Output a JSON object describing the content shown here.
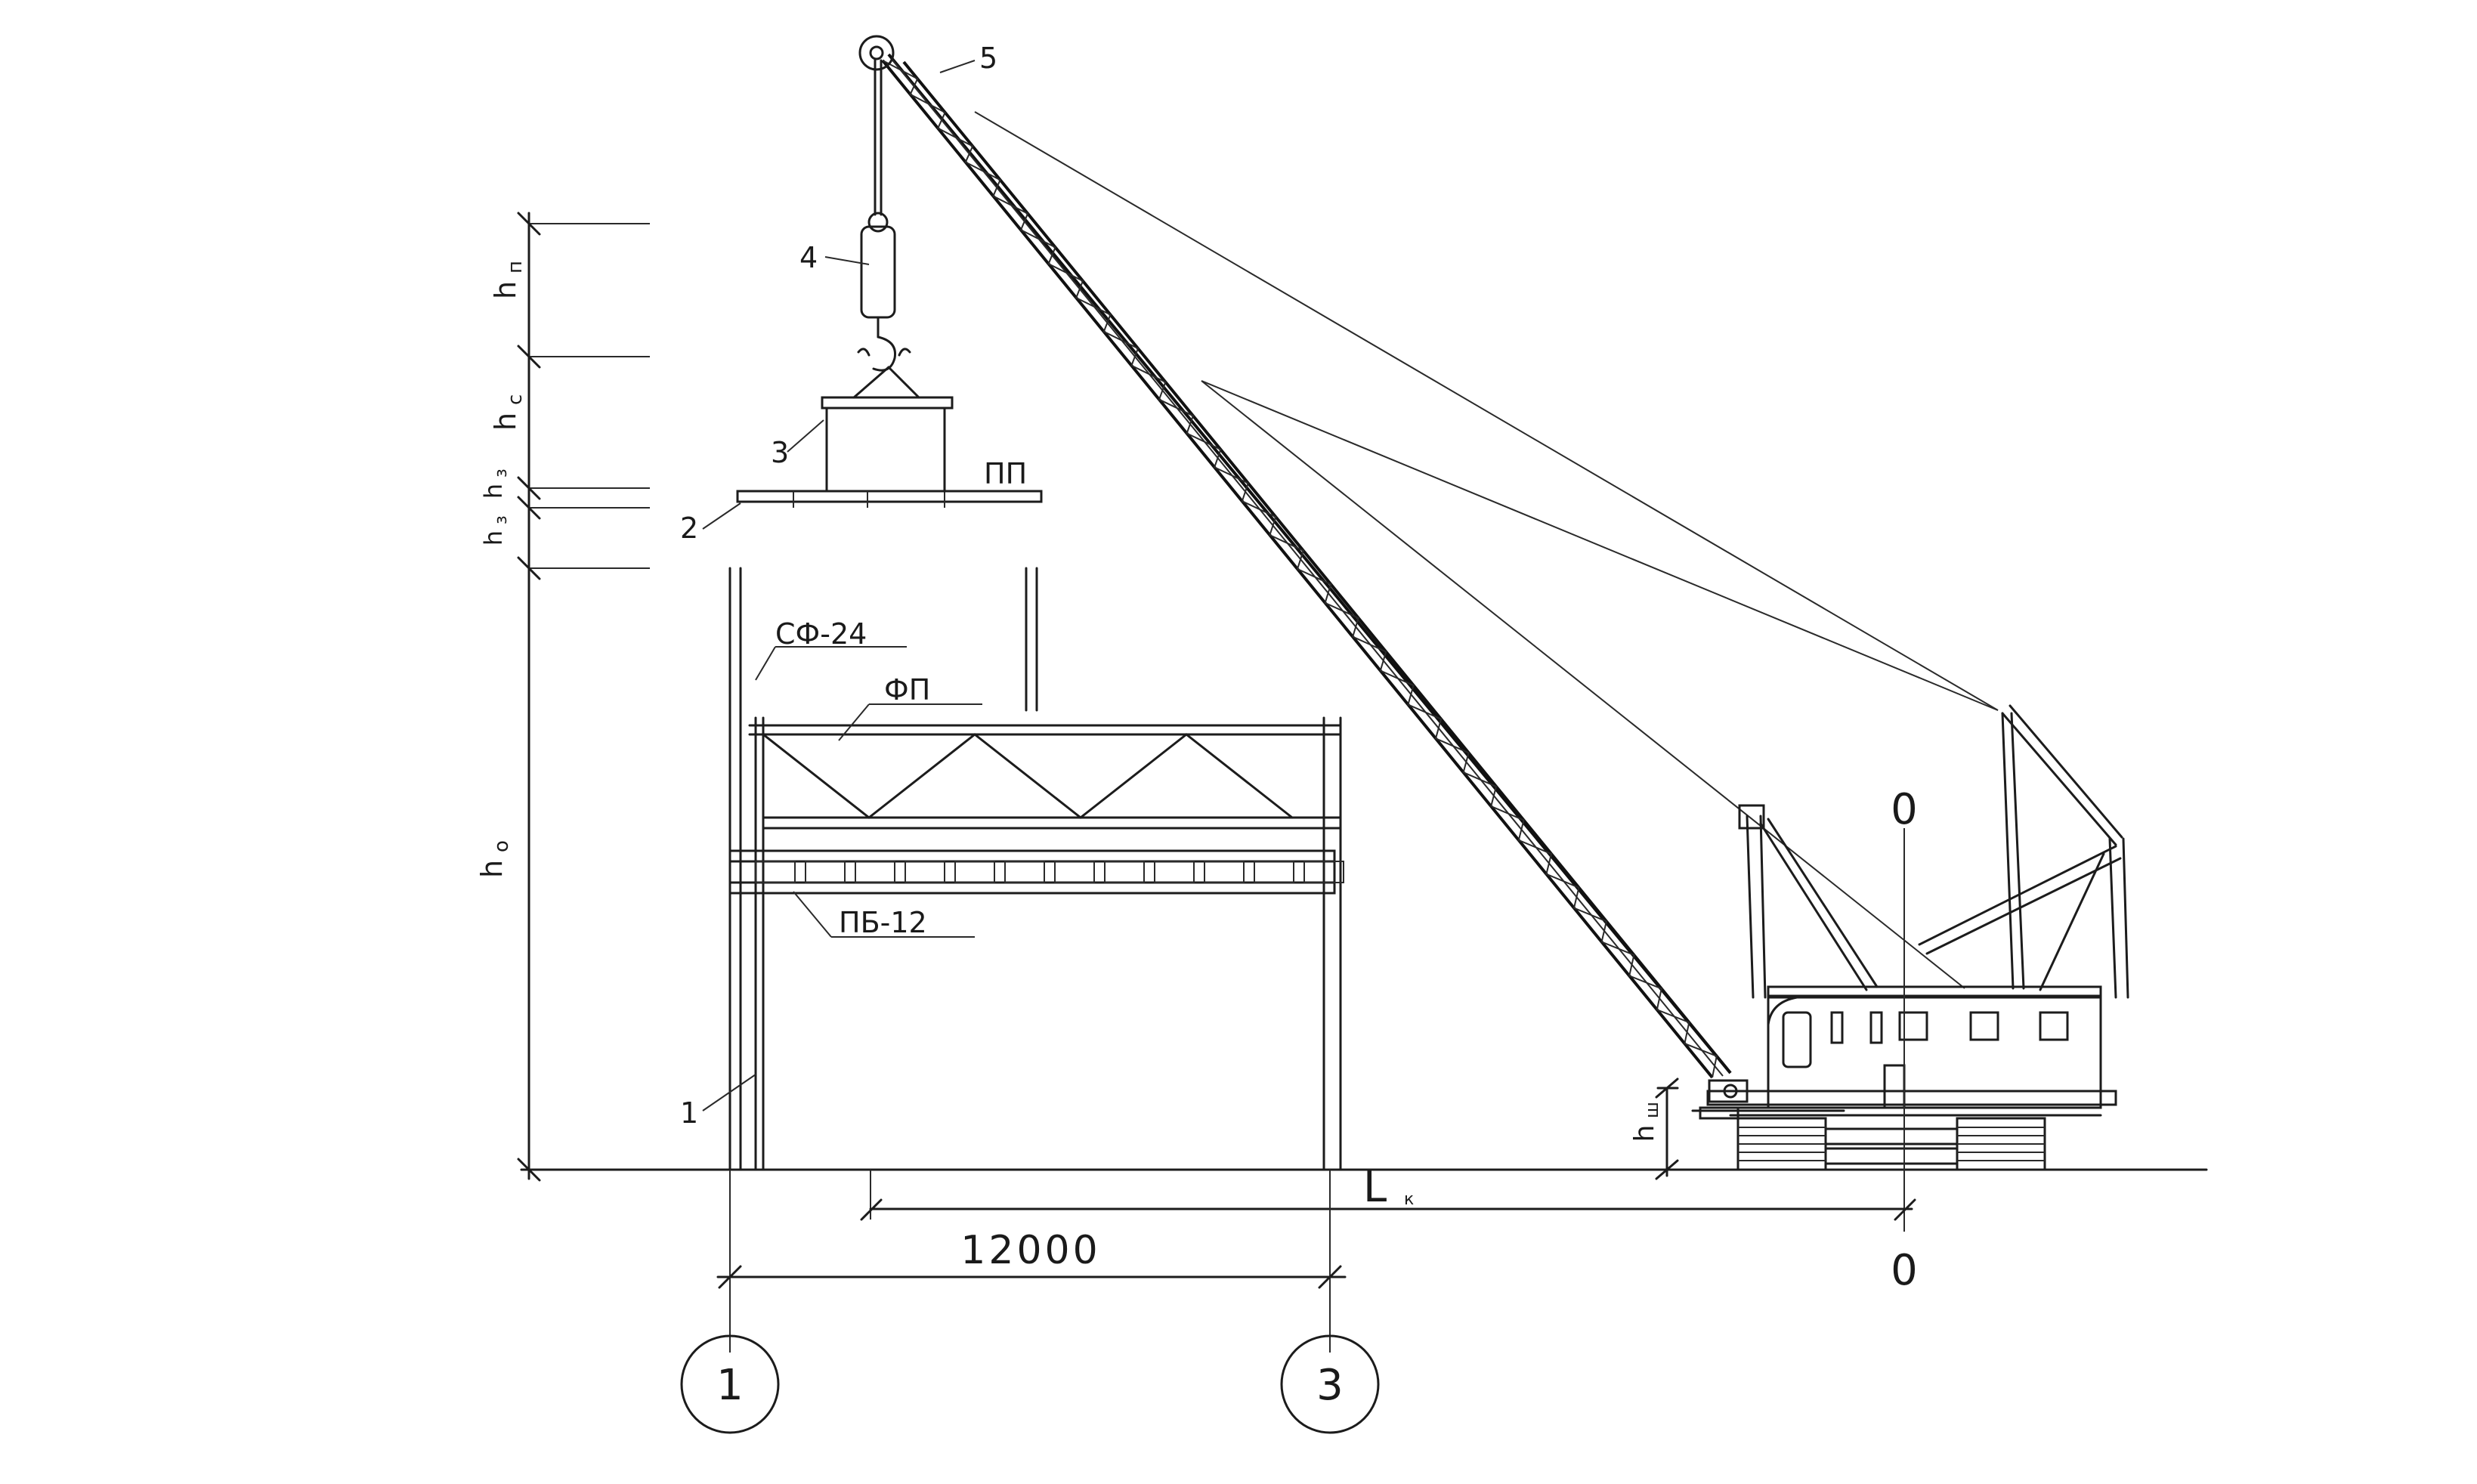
{
  "labels": {
    "item1": "1",
    "item2": "2",
    "item3": "3",
    "item4": "4",
    "item5": "5",
    "slab": "ПП",
    "truss": "СФ-24",
    "frame": "ФП",
    "beam": "ПБ-12",
    "span": "12000",
    "reach": "L",
    "reach_sub": "к",
    "axis_a": "1",
    "axis_b": "3",
    "crane_axis_top": "0",
    "crane_axis_bottom": "0"
  },
  "dimensions": {
    "h_n": "h",
    "h_n_sub": "п",
    "h_c": "h",
    "h_c_sub": "с",
    "h_3a": "h",
    "h_3a_sub": "з",
    "h_3b": "h",
    "h_3b_sub": "з",
    "h_0": "h",
    "h_0_sub": "о",
    "h_sh": "h",
    "h_sh_sub": "ш"
  }
}
